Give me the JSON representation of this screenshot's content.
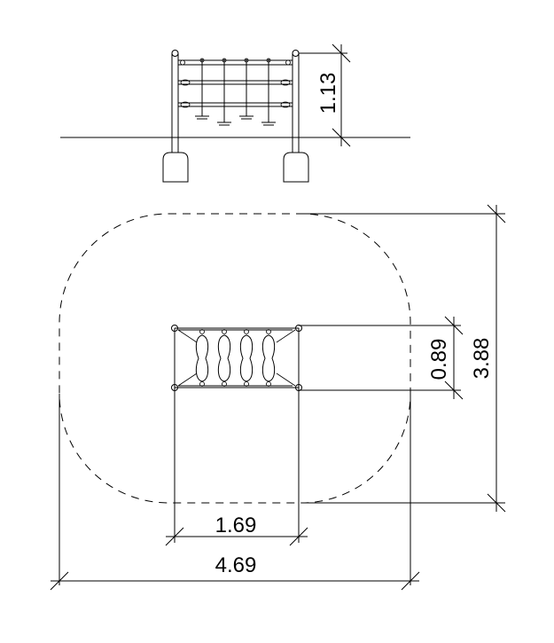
{
  "dimensions": {
    "elevation_height": "1.13",
    "plan_depth": "0.89",
    "total_depth": "3.88",
    "plan_width": "1.69",
    "total_width": "4.69"
  }
}
